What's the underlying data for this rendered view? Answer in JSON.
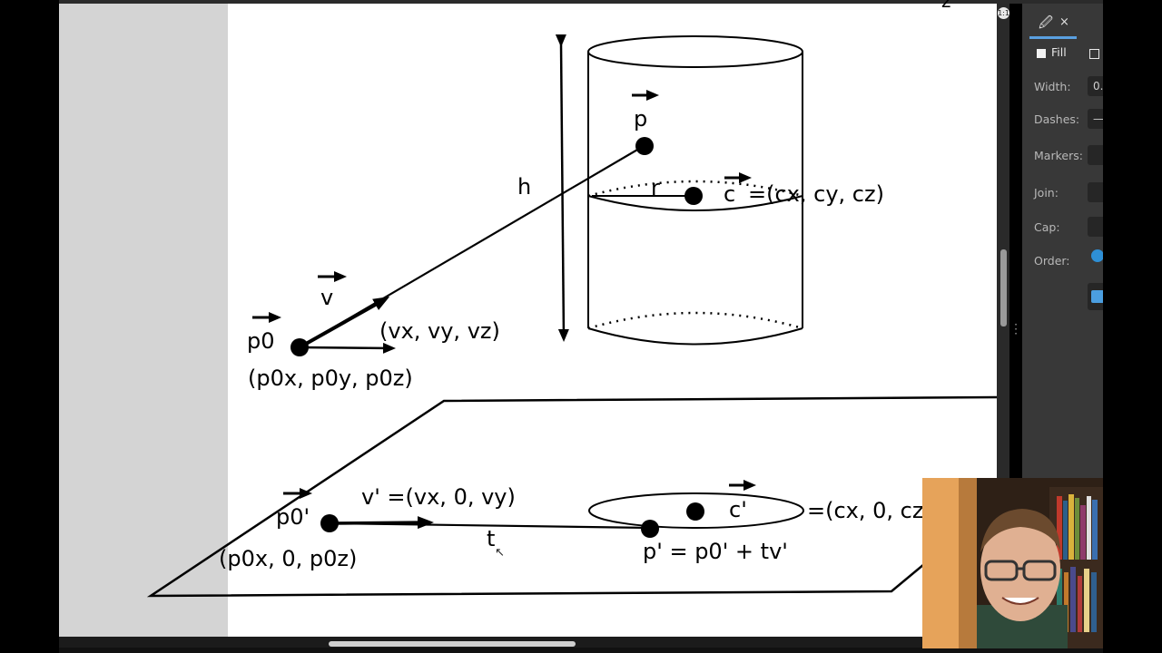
{
  "labels": {
    "vec_p": "p",
    "h": "h",
    "r": "r",
    "vec_c": "c",
    "c_coords": "=(cx, cy, cz)",
    "vec_v": "v",
    "v_coords": "(vx, vy, vz)",
    "vec_p0": "p0",
    "p0_coords": "(p0x, p0y, p0z)",
    "vec_p0_prime": "p0'",
    "v_prime_def": "v' =(vx, 0, vy)",
    "t": "t",
    "vec_c_prime": "c'",
    "c_prime_coords": "=(cx, 0, cz",
    "p0_prime_coords": "(p0x, 0, p0z)",
    "p_prime_def": "p' = p0' + tv'",
    "corner_z": "z"
  },
  "panel": {
    "tab_icon": "pen-icon",
    "tab_close": "×",
    "fill_label": "Fill",
    "width_label": "Width:",
    "width_value": "0.",
    "dashes_label": "Dashes:",
    "dashes_value": "—",
    "markers_label": "Markers:",
    "join_label": "Join:",
    "cap_label": "Cap:",
    "order_label": "Order:"
  },
  "overlay": {
    "zoom_badge": "1:1"
  },
  "colors": {
    "canvas": "#ffffff",
    "gutter": "#d4d4d4",
    "panel": "#383838",
    "accent": "#5aa0e0"
  }
}
